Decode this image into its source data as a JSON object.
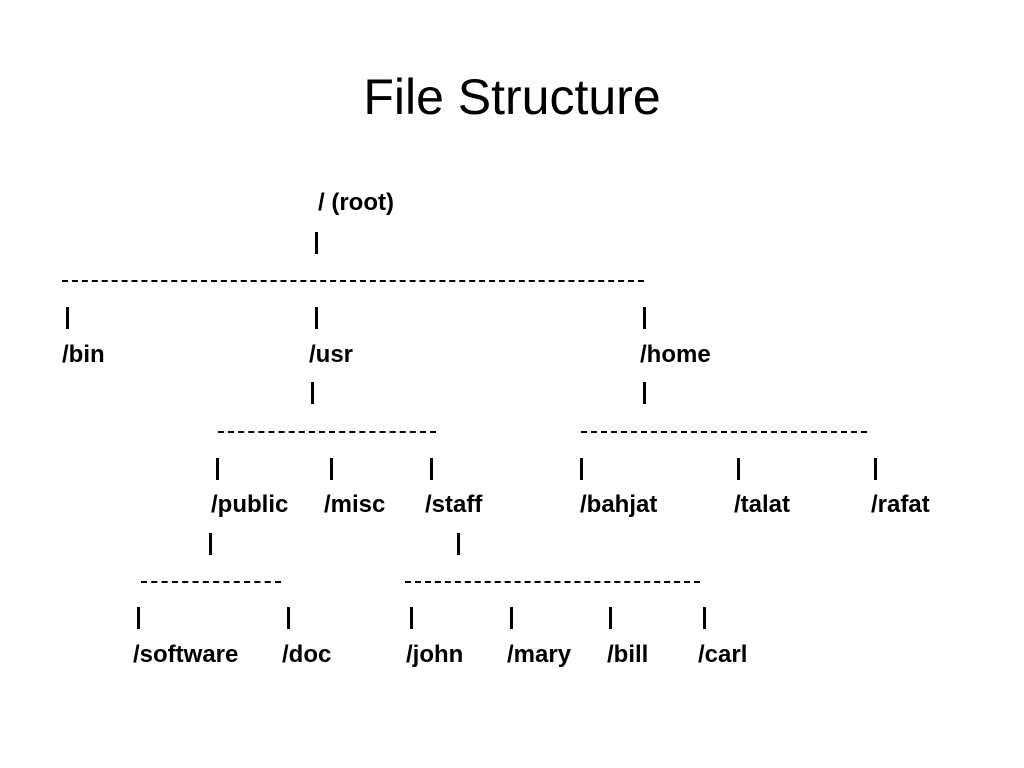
{
  "title": "File Structure",
  "tree": {
    "root": "/ (root)",
    "level1": [
      "/bin",
      "/usr",
      "/home"
    ],
    "usr_children": [
      "/public",
      "/misc",
      "/staff"
    ],
    "home_children": [
      "/bahjat",
      "/talat",
      "/rafat"
    ],
    "public_children": [
      "/software",
      "/doc"
    ],
    "staff_children": [
      "/john",
      "/mary",
      "/bill",
      "/carl"
    ]
  }
}
